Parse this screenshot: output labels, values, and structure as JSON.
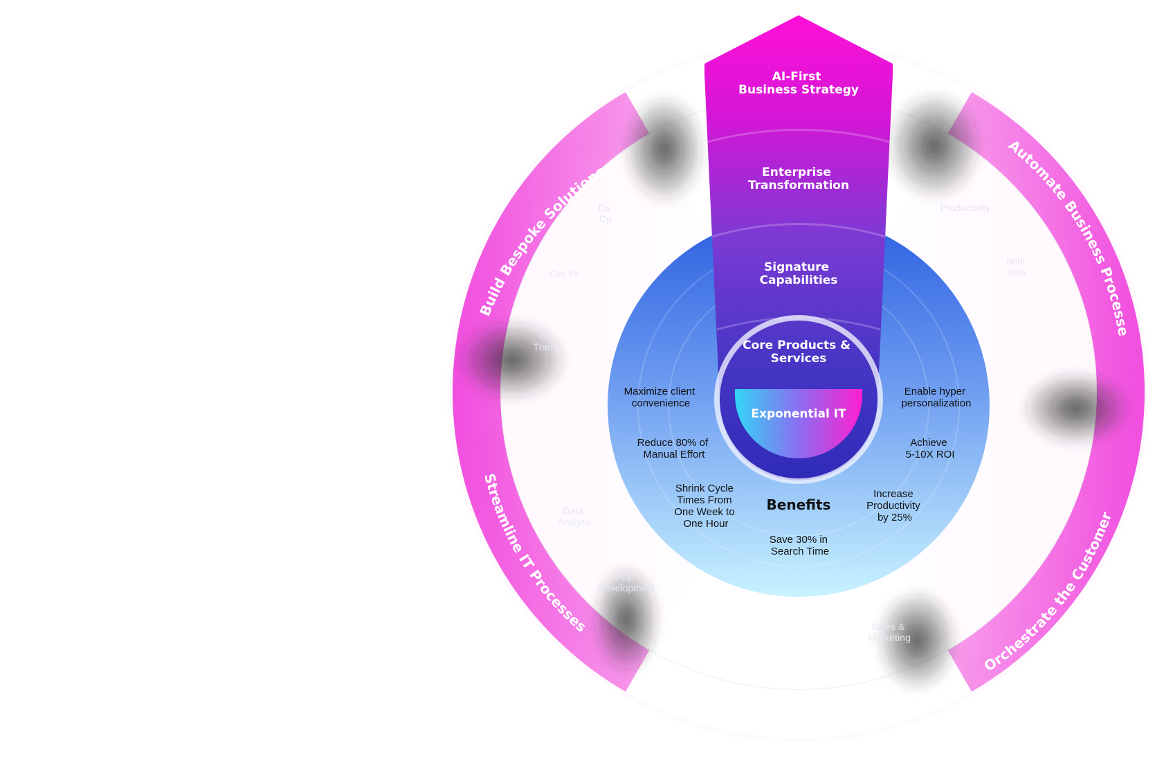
{
  "arrow": {
    "layers": [
      {
        "lines": [
          "AI-First",
          "Business Strategy"
        ]
      },
      {
        "lines": [
          "Enterprise",
          "Transformation"
        ]
      },
      {
        "lines": [
          "Signature",
          "Capabilities"
        ]
      },
      {
        "lines": [
          "Core Products &",
          "Services"
        ]
      }
    ],
    "core": "Exponential IT"
  },
  "benefits": {
    "title": "Benefits",
    "items": [
      {
        "lines": [
          "Maximize client",
          "convenience"
        ]
      },
      {
        "lines": [
          "Enable hyper",
          "personalization"
        ]
      },
      {
        "lines": [
          "Reduce 80% of",
          "Manual Effort"
        ]
      },
      {
        "lines": [
          "Achieve",
          "5-10X ROI"
        ]
      },
      {
        "lines": [
          "Shrink Cycle",
          "Times From",
          "One Week to",
          "One Hour"
        ]
      },
      {
        "lines": [
          "Increase",
          "Productivity",
          "by 25%"
        ]
      },
      {
        "lines": [
          "Save 30% in",
          "Search Time"
        ]
      }
    ]
  },
  "ring": {
    "segments": [
      {
        "label": "Build Bespoke Solutions"
      },
      {
        "label": "Automate Business Processes"
      },
      {
        "label": "Streamline IT Processes"
      },
      {
        "label": "Orchestrate the Customer Ex"
      }
    ],
    "faint_labels": [
      {
        "lines": [
          "Ds",
          "Op"
        ]
      },
      {
        "lines": [
          "Get Yo"
        ]
      },
      {
        "lines": [
          "Co",
          "Transf"
        ]
      },
      {
        "lines": [
          "Productivity"
        ]
      },
      {
        "lines": [
          "nent",
          "flow"
        ]
      },
      {
        "lines": [
          "Data",
          "Analytic"
        ]
      },
      {
        "lines": [
          "App",
          "Development"
        ]
      },
      {
        "lines": [
          "Sales &",
          "Marketing"
        ]
      }
    ]
  },
  "colors": {
    "pink": "#ee10d8",
    "purple": "#7b2fd0",
    "indigo": "#3530c0",
    "blue": "#2b63e0",
    "light_blue": "#c6f1ff",
    "core_cyan": "#33d6f5",
    "core_magenta": "#ff1fd0"
  }
}
